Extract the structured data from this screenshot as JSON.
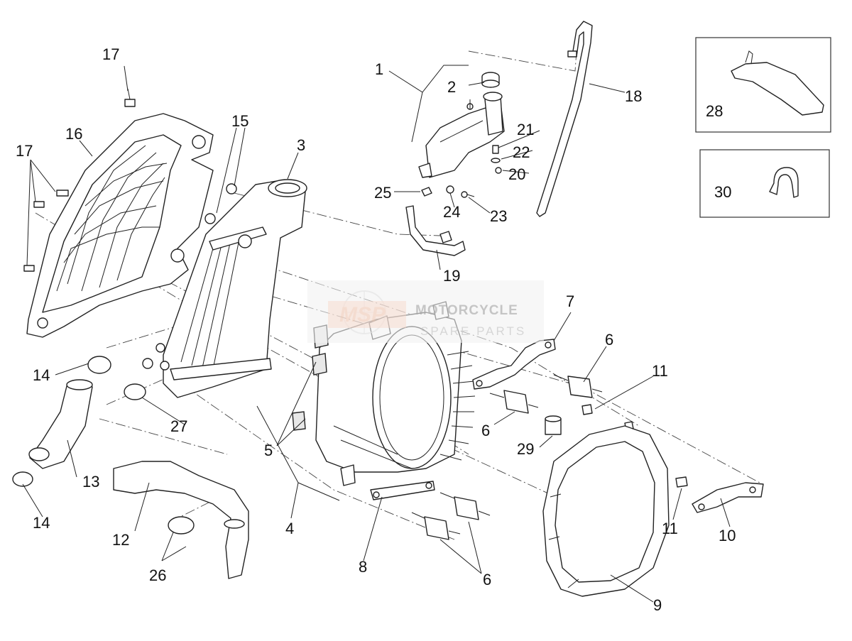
{
  "callouts": {
    "c1": "1",
    "c2": "2",
    "c3": "3",
    "c4": "4",
    "c5": "5",
    "c6a": "6",
    "c6b": "6",
    "c6c": "6",
    "c7": "7",
    "c8": "8",
    "c9": "9",
    "c10": "10",
    "c11a": "11",
    "c11b": "11",
    "c12": "12",
    "c13": "13",
    "c14a": "14",
    "c14b": "14",
    "c15": "15",
    "c16": "16",
    "c17a": "17",
    "c17b": "17",
    "c18": "18",
    "c19": "19",
    "c20": "20",
    "c21": "21",
    "c22": "22",
    "c23": "23",
    "c24": "24",
    "c25": "25",
    "c26": "26",
    "c27": "27",
    "c28": "28",
    "c29": "29",
    "c30": "30"
  },
  "watermark": {
    "logo": "MSP",
    "line1": "MOTORCYCLE",
    "line2": "SPARE PARTS"
  },
  "colors": {
    "stroke": "#222222",
    "watermark_logo": "#f3d7c8",
    "watermark_text": "#bbbbbb"
  }
}
